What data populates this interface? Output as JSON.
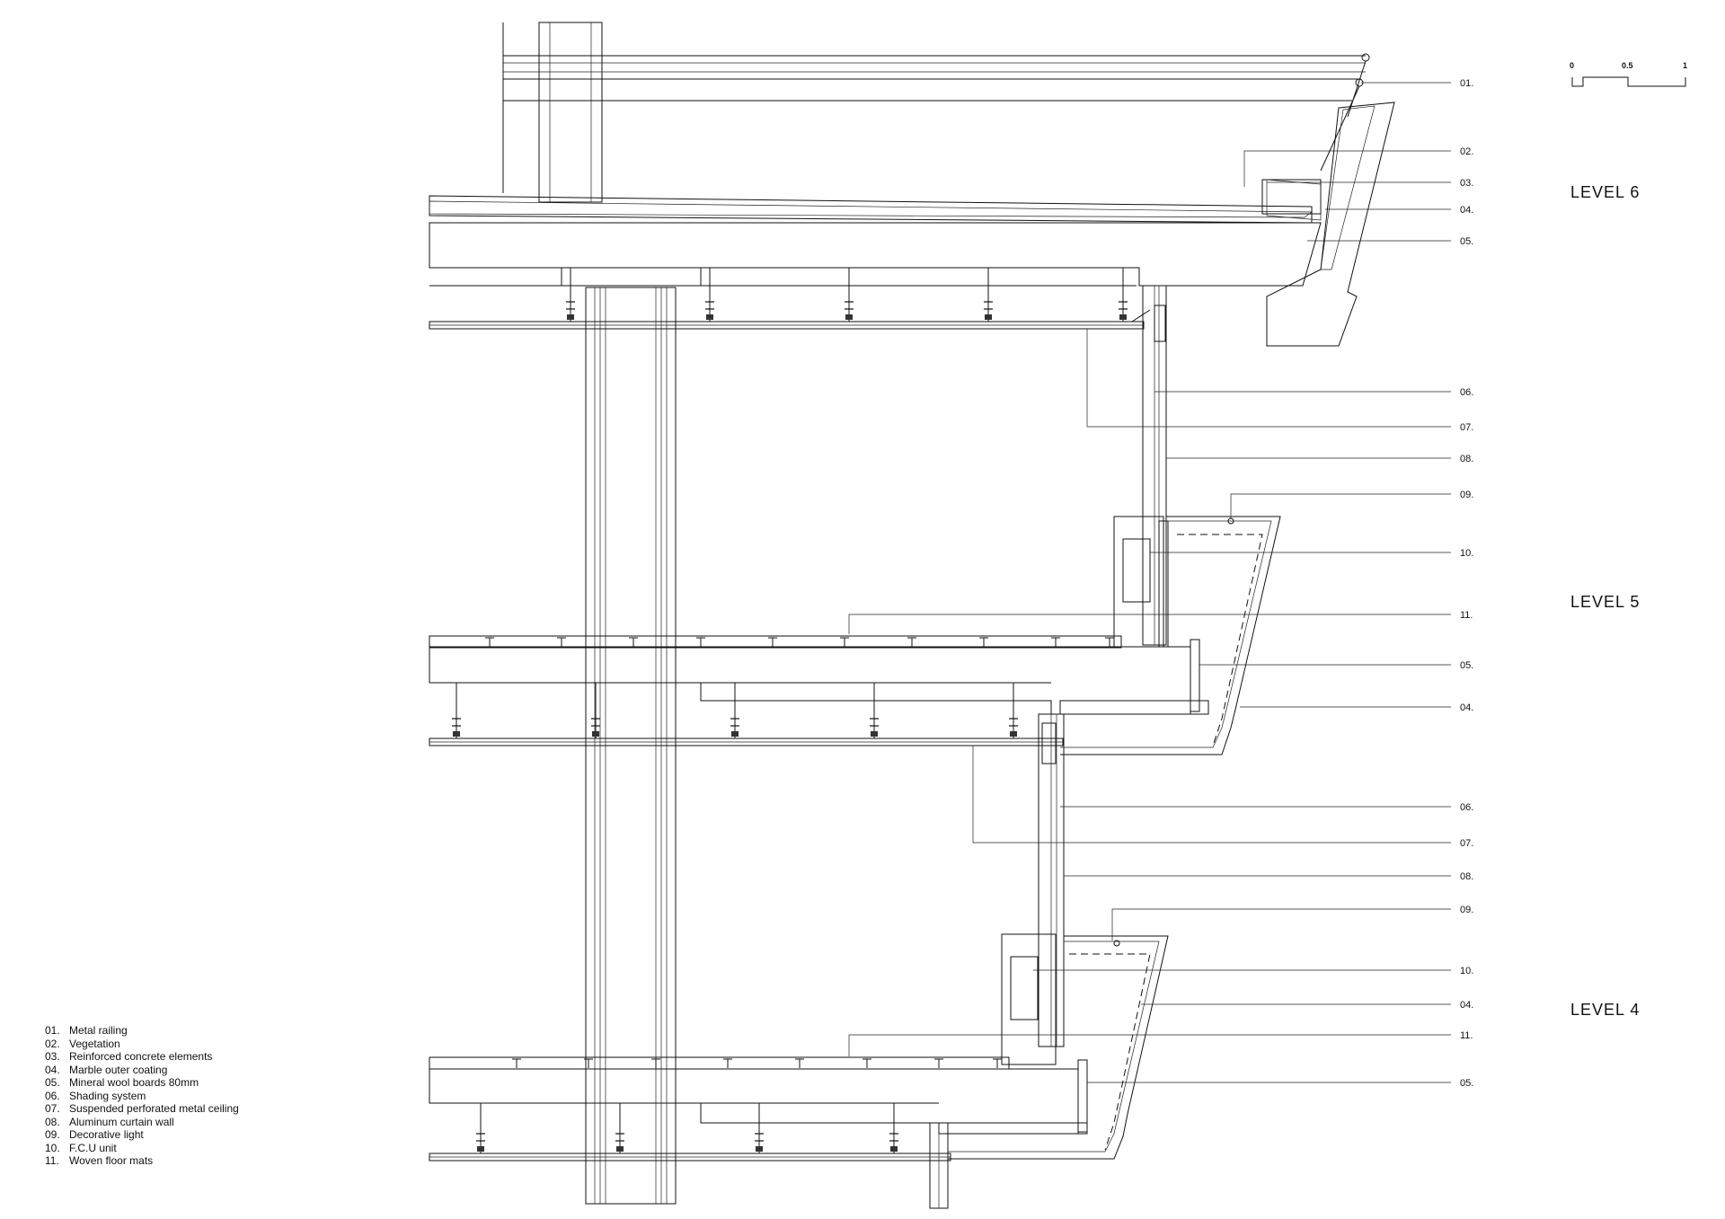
{
  "legend": [
    {
      "num": "01.",
      "text": "Metal railing"
    },
    {
      "num": "02.",
      "text": "Vegetation"
    },
    {
      "num": "03.",
      "text": "Reinforced concrete elements"
    },
    {
      "num": "04.",
      "text": "Marble outer coating"
    },
    {
      "num": "05.",
      "text": "Mineral wool boards 80mm"
    },
    {
      "num": "06.",
      "text": "Shading system"
    },
    {
      "num": "07.",
      "text": "Suspended perforated metal ceiling"
    },
    {
      "num": "08.",
      "text": "Aluminum curtain wall"
    },
    {
      "num": "09.",
      "text": "Decorative light"
    },
    {
      "num": "10.",
      "text": "F.C.U unit"
    },
    {
      "num": "11.",
      "text": "Woven floor mats"
    }
  ],
  "levels": {
    "level6": "LEVEL  6",
    "level5": "LEVEL  5",
    "level4": "LEVEL  4"
  },
  "scale_bar": {
    "start": "0",
    "mid": "0.5",
    "end": "1"
  },
  "callouts": {
    "l6": [
      "01.",
      "02.",
      "03.",
      "04.",
      "05."
    ],
    "l5": [
      "06.",
      "07.",
      "08.",
      "09.",
      "10.",
      "11.",
      "05.",
      "04."
    ],
    "l4": [
      "06.",
      "07.",
      "08.",
      "09.",
      "10.",
      "04.",
      "11.",
      "05."
    ]
  }
}
